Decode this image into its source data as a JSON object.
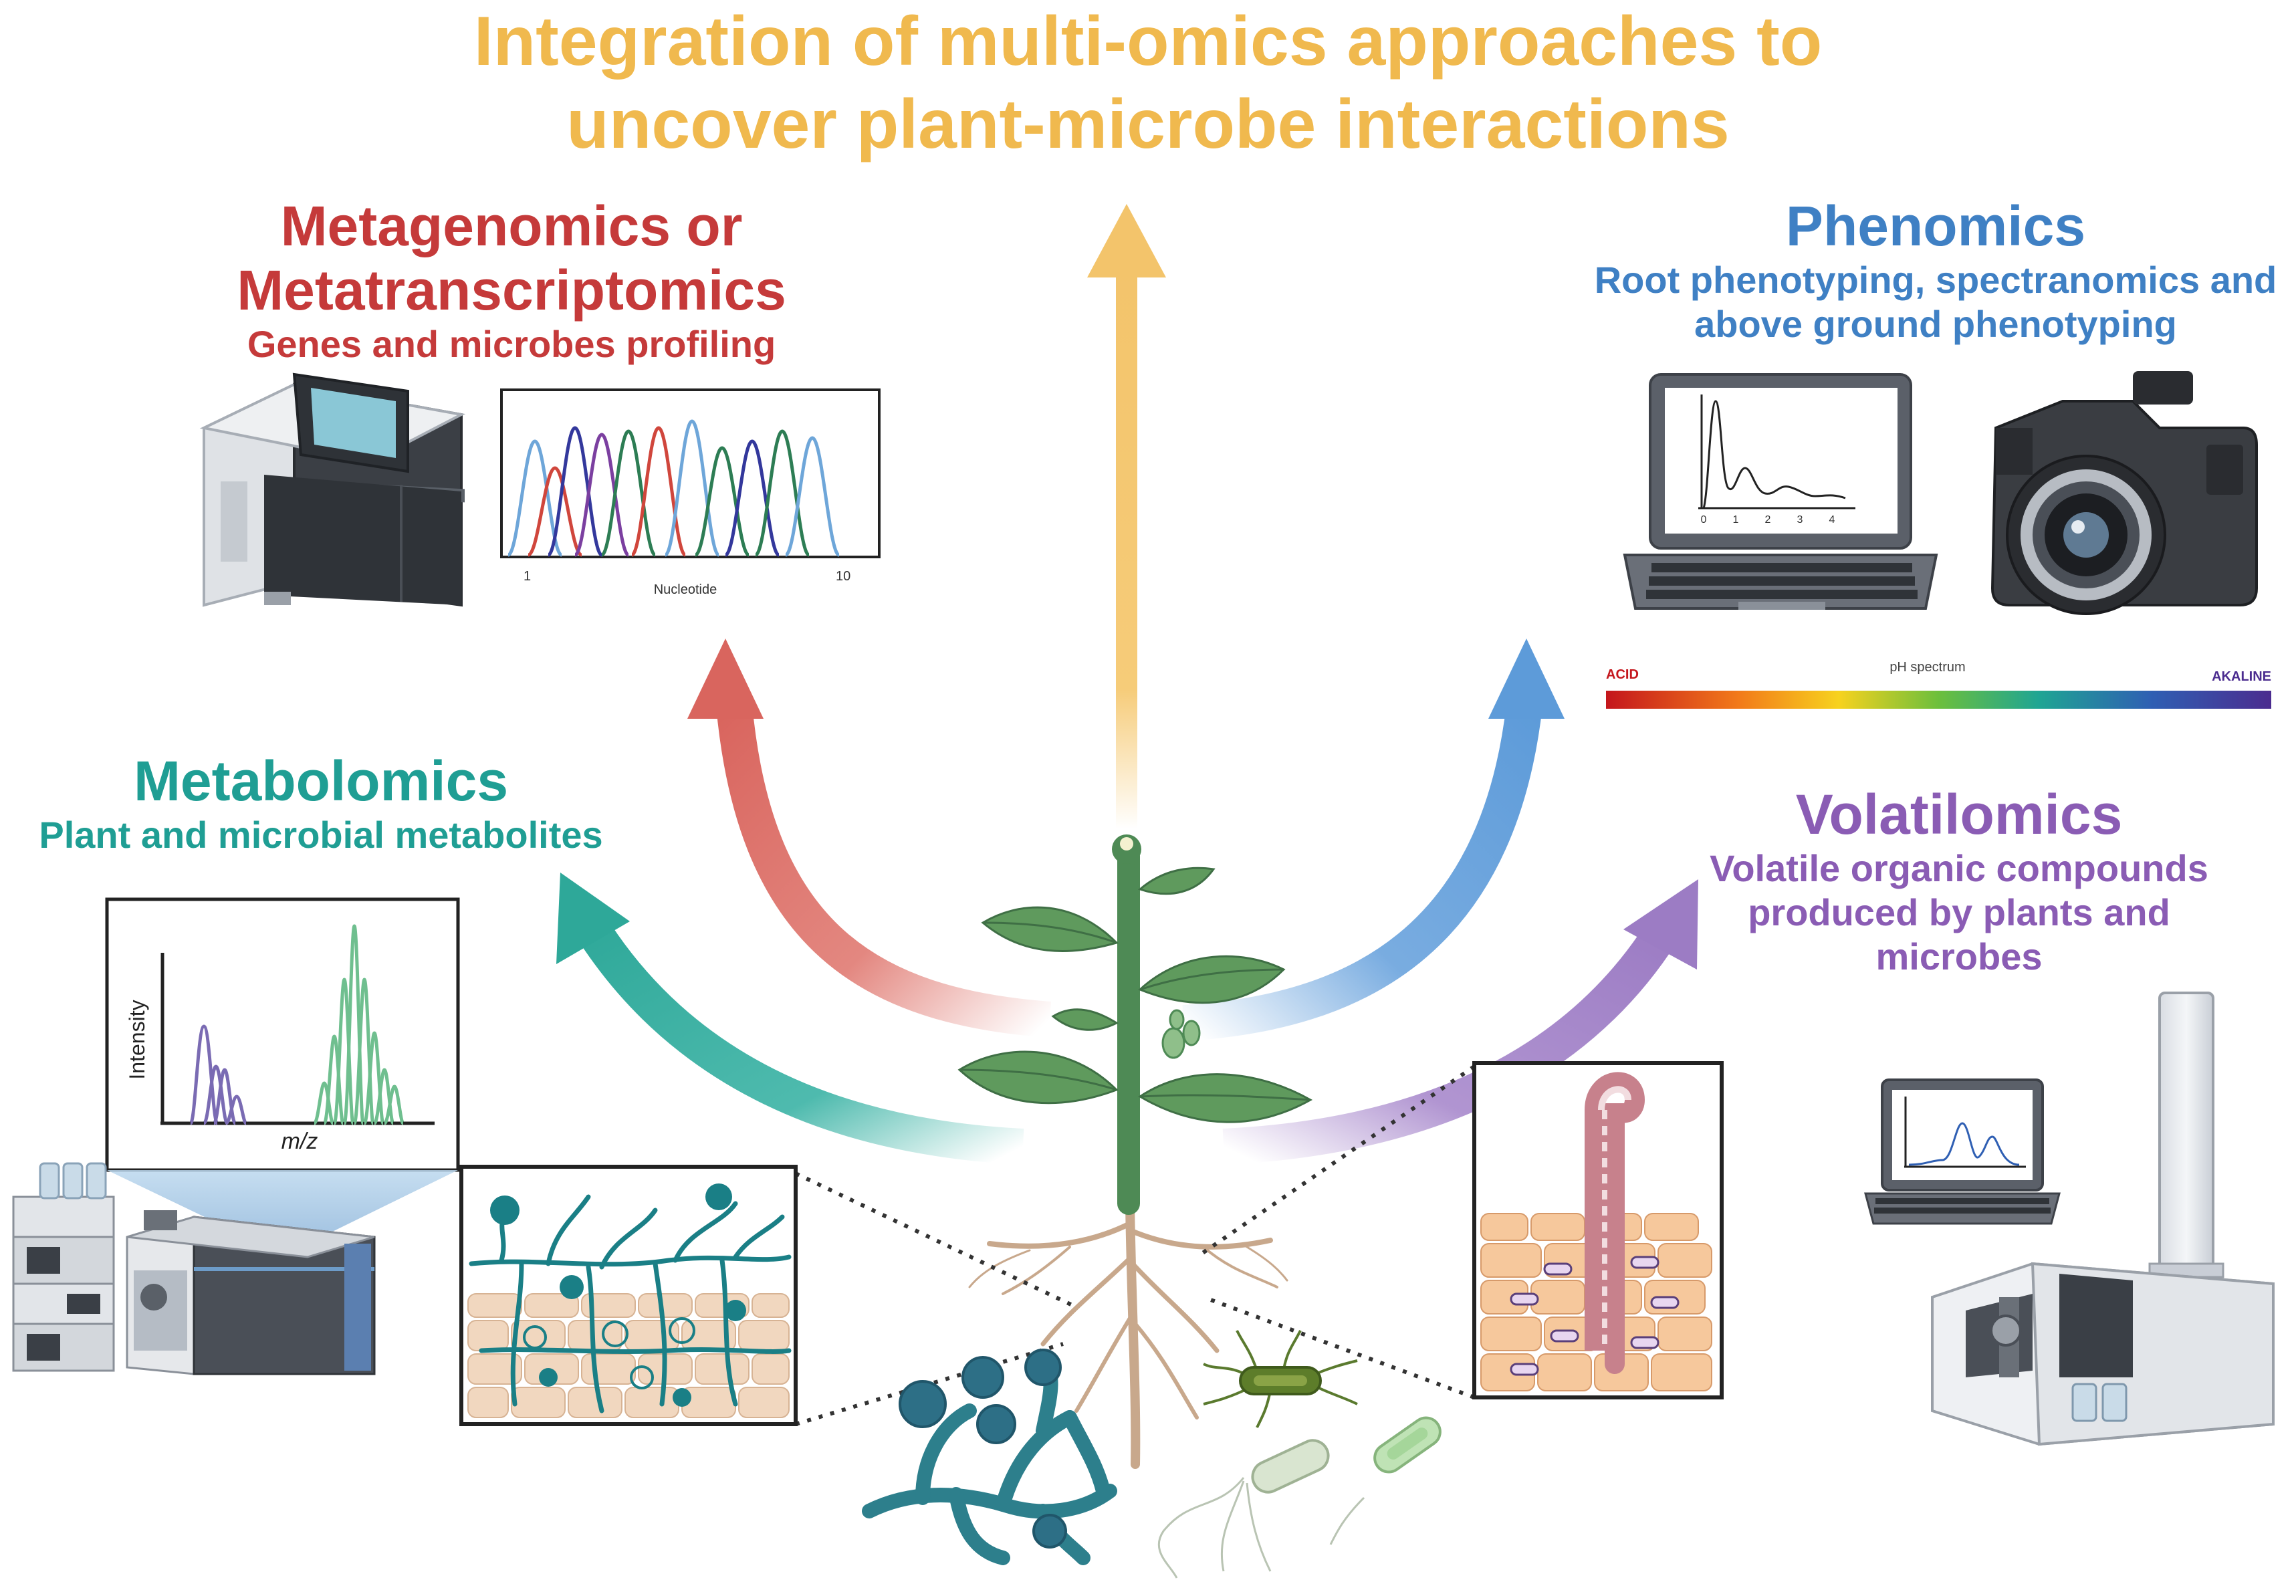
{
  "title": {
    "line1": "Integration of multi-omics approaches to",
    "line2": "uncover plant-microbe interactions"
  },
  "sections": {
    "metagenomics": {
      "title_line1": "Metagenomics or",
      "title_line2": "Metatranscriptomics",
      "subtitle": "Genes and microbes profiling",
      "chromatogram": {
        "x_start": "1",
        "x_end": "10",
        "x_label": "Nucleotide"
      }
    },
    "phenomics": {
      "title": "Phenomics",
      "subtitle_line1": "Root phenotyping, spectranomics and",
      "subtitle_line2": "above ground phenotyping",
      "laptop_ticks": [
        "0",
        "1",
        "2",
        "3",
        "4"
      ],
      "ph_bar": {
        "left": "ACID",
        "center": "pH spectrum",
        "right": "AKALINE"
      }
    },
    "metabolomics": {
      "title": "Metabolomics",
      "subtitle": "Plant and microbial metabolites",
      "spectrum": {
        "ylabel": "Intensity",
        "xlabel": "m/z"
      }
    },
    "volatilomics": {
      "title": "Volatilomics",
      "subtitle_line1": "Volatile organic compounds",
      "subtitle_line2": "produced by plants and",
      "subtitle_line3": "microbes"
    }
  },
  "colors": {
    "title": "#f0b94e",
    "metagenomics": "#c53a3a",
    "phenomics": "#3f80c4",
    "metabolomics": "#1f9e94",
    "volatilomics": "#8a5cb4",
    "plant_green": "#4e8a55",
    "root": "#c8a88c"
  },
  "icons": [
    "sequencer-icon",
    "laptop-icon",
    "camera-icon",
    "lc-ms-instrument-icon",
    "gc-ms-instrument-icon",
    "plant-icon",
    "fungus-icon",
    "bacteria-icon"
  ]
}
